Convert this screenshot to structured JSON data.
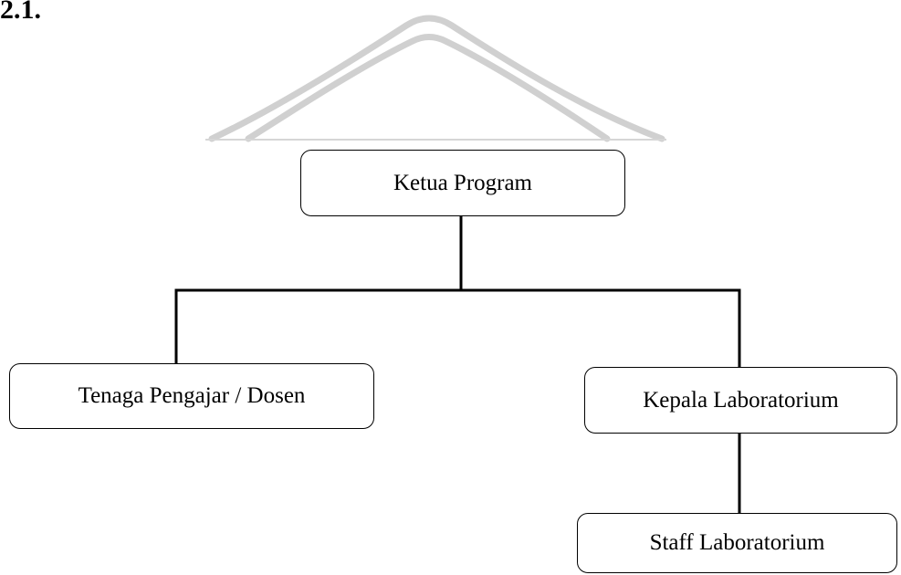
{
  "figure": {
    "caption_fragment": "2.1."
  },
  "org_chart": {
    "root": {
      "label": "Ketua Program"
    },
    "children": [
      {
        "label": "Tenaga Pengajar / Dosen"
      },
      {
        "label": "Kepala Laboratorium",
        "children": [
          {
            "label": "Staff Laboratorium"
          }
        ]
      }
    ]
  },
  "colors": {
    "line": "#000000",
    "box_border": "#000000",
    "box_fill": "#ffffff",
    "watermark": "#d0d0d0"
  }
}
